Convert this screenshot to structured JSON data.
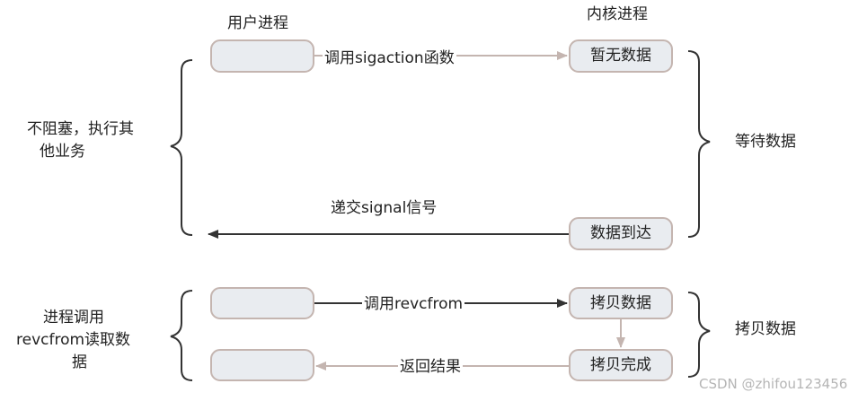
{
  "headers": {
    "user": "用户进程",
    "kernel": "内核进程"
  },
  "top": {
    "left_note": [
      "不阻塞，执行其",
      "他业务"
    ],
    "right_note": "等待数据",
    "arrow_call": "调用sigaction函数",
    "arrow_signal": "递交signal信号",
    "kernel_box_top": "暂无数据",
    "kernel_box_bottom": "数据到达"
  },
  "bottom": {
    "left_note": [
      "进程调用",
      "revcfrom读取数",
      "据"
    ],
    "right_note": "拷贝数据",
    "arrow_call": "调用revcfrom",
    "arrow_result": "返回结果",
    "kernel_box_top": "拷贝数据",
    "kernel_box_bottom": "拷贝完成"
  },
  "watermark": "CSDN @zhifou123456",
  "colors": {
    "box_fill": "#e9ecf0",
    "box_border": "#c4b5b0",
    "arrow_light": "#c4b5b0",
    "arrow_dark": "#333333"
  }
}
